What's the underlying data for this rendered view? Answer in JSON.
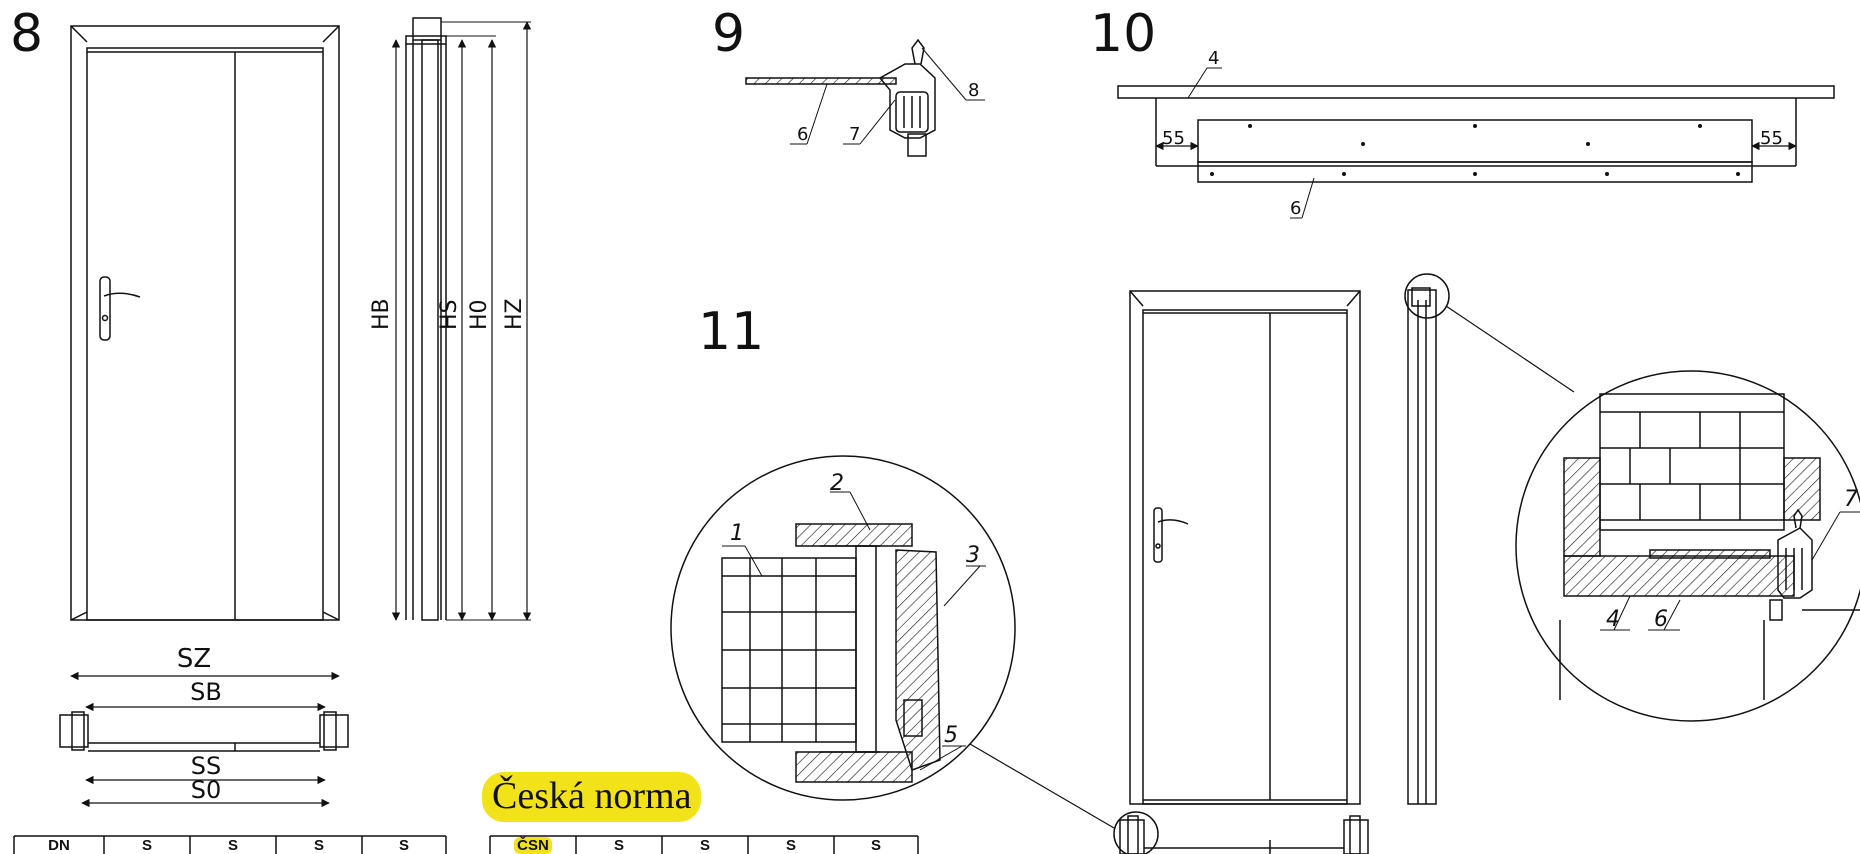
{
  "figures": {
    "fig8": "8",
    "fig9": "9",
    "fig10": "10",
    "fig11": "11"
  },
  "dimensions": {
    "height": {
      "hb": "HB",
      "hs": "HS",
      "h0": "H0",
      "hz": "HZ"
    },
    "width": {
      "sz": "SZ",
      "sb": "SB",
      "ss": "SS",
      "s0": "S0"
    },
    "side_gap": "55"
  },
  "callouts": {
    "fig9": [
      "6",
      "7",
      "8"
    ],
    "fig10": [
      "4",
      "6"
    ],
    "fig11_wall": [
      "1",
      "2",
      "3",
      "5"
    ],
    "fig11_top": [
      "4",
      "6",
      "7"
    ]
  },
  "norm_title": "Česká norma",
  "table_left": {
    "header": [
      "DN",
      "S",
      "S",
      "S",
      "S"
    ]
  },
  "table_right": {
    "header": [
      "ČSN",
      "S",
      "S",
      "S",
      "S"
    ]
  },
  "colors": {
    "ink": "#111111",
    "highlight": "#f2e21a",
    "background": "#ffffff"
  }
}
